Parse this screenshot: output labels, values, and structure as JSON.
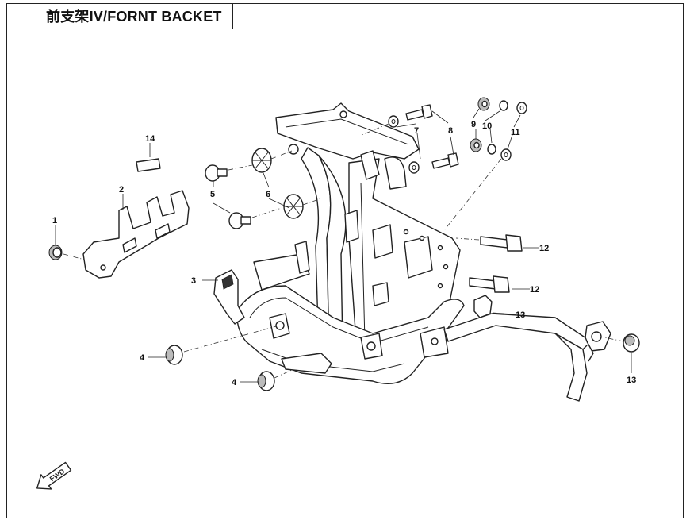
{
  "title": "前支架IV/FORNT BACKET",
  "fwd_label": "FWD",
  "callouts": {
    "c1": "1",
    "c2": "2",
    "c3": "3",
    "c4a": "4",
    "c4b": "4",
    "c5": "5",
    "c6": "6",
    "c7": "7",
    "c8": "8",
    "c9": "9",
    "c10": "10",
    "c11": "11",
    "c12a": "12",
    "c12b": "12",
    "c13a": "13",
    "c13b": "13",
    "c14": "14"
  }
}
